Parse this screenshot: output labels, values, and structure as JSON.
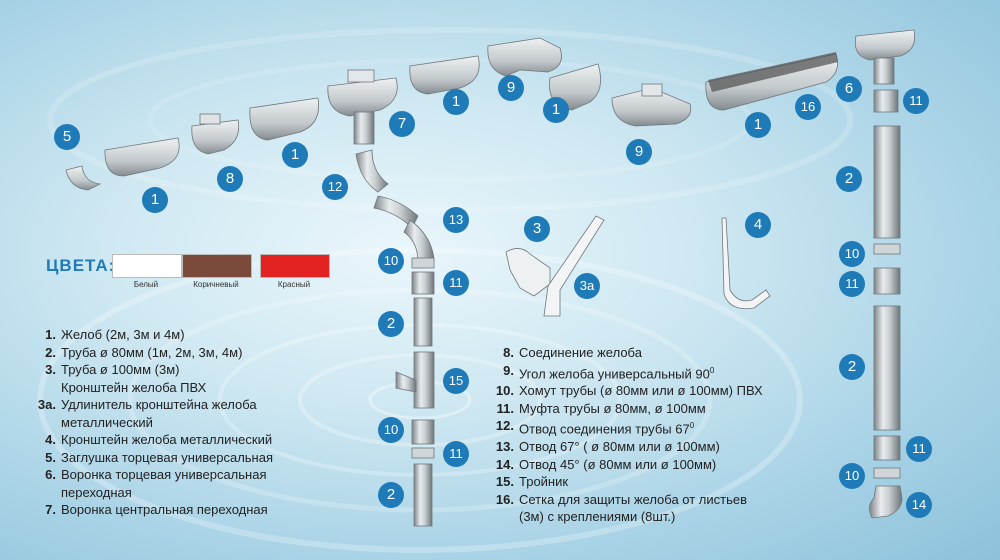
{
  "colors": {
    "title": "ЦВЕТА:",
    "swatches": [
      {
        "label": "Белый",
        "color": "#ffffff"
      },
      {
        "label": "Коричневый",
        "color": "#7a4a3a"
      },
      {
        "label": "Красный",
        "color": "#e32222"
      }
    ]
  },
  "badges": [
    "5",
    "1",
    "8",
    "1",
    "7",
    "1",
    "9",
    "1",
    "9",
    "1",
    "16",
    "6",
    "11",
    "2",
    "12",
    "13",
    "10",
    "11",
    "2",
    "15",
    "10",
    "11",
    "2",
    "3",
    "3а",
    "4",
    "10",
    "11",
    "2",
    "11",
    "10",
    "14"
  ],
  "legend_left": [
    {
      "num": "1.",
      "text": "Желоб (2м, 3м и 4м)"
    },
    {
      "num": "2.",
      "text": "Труба ø 80мм (1м, 2м, 3м, 4м)"
    },
    {
      "num": "3.",
      "text": "Труба ø 100мм (3м)\nКронштейн желоба ПВХ"
    },
    {
      "num": "3а.",
      "text": "Удлинитель кронштейна желоба\nметаллический"
    },
    {
      "num": "4.",
      "text": "Кронштейн желоба металлический"
    },
    {
      "num": "5.",
      "text": "Заглушка торцевая универсальная"
    },
    {
      "num": "6.",
      "text": "Воронка торцевая универсальная\nпереходная"
    },
    {
      "num": "7.",
      "text": "Воронка центральная переходная"
    }
  ],
  "legend_right": [
    {
      "num": "8.",
      "text": "Соединение желоба",
      "sup": ""
    },
    {
      "num": "9.",
      "text": "Угол желоба универсальный 90",
      "sup": "0"
    },
    {
      "num": "10.",
      "text": "Хомут трубы (ø 80мм или ø 100мм) ПВХ",
      "sup": ""
    },
    {
      "num": "11.",
      "text": "Муфта трубы ø 80мм, ø 100мм",
      "sup": ""
    },
    {
      "num": "12.",
      "text": "Отвод соединения трубы 67",
      "sup": "0"
    },
    {
      "num": "13.",
      "text": "Отвод 67° ( ø 80мм или ø 100мм)",
      "sup": ""
    },
    {
      "num": "14.",
      "text": "Отвод 45° (ø 80мм или ø 100мм)",
      "sup": ""
    },
    {
      "num": "15.",
      "text": "Тройник",
      "sup": ""
    },
    {
      "num": "16.",
      "text": "Сетка для защиты желоба от листьев\n(3м) с креплениями (8шт.)",
      "sup": ""
    }
  ]
}
